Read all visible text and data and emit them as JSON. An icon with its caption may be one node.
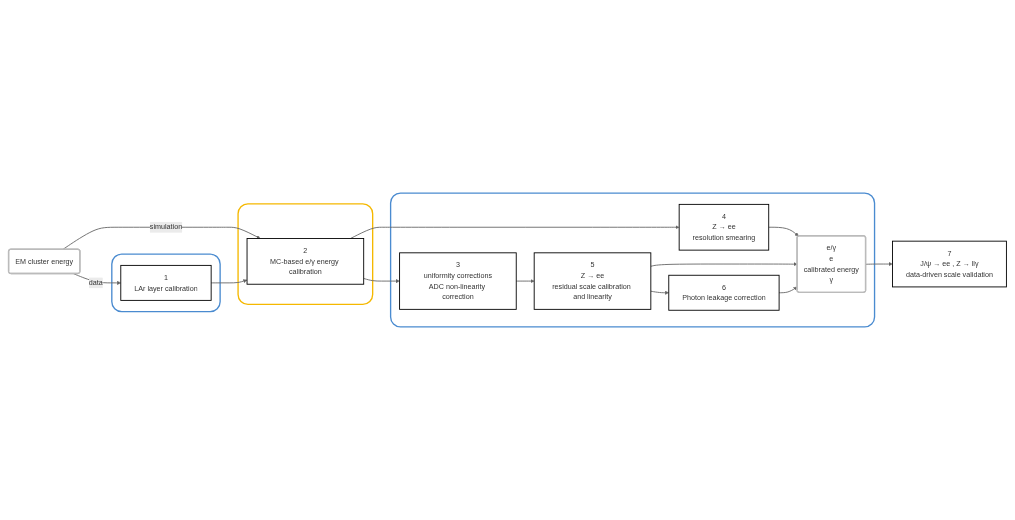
{
  "diagram": {
    "nodes": [
      {
        "text": [
          "EM cluster energy"
        ]
      },
      {
        "text": [],
        "shape": "box"
      },
      {
        "text": [
          "1",
          "LAr layer calibration"
        ],
        "in": 1
      },
      {
        "text": [],
        "shape": "box"
      },
      {
        "text": [
          "2",
          "MC-based e/γ energy calibration"
        ],
        "in": 3
      },
      {
        "text": [],
        "shape": "box"
      },
      {
        "text": [
          "3",
          "uniformity corrections",
          "ADC non-linearity correction"
        ],
        "in": 5
      },
      {
        "text": [
          "4",
          "Z → ee",
          "resolution smearing"
        ],
        "in": 5
      },
      {
        "text": [
          "5",
          "Z → ee",
          "residual scale calibration and linearity"
        ],
        "in": 5
      },
      {
        "text": [
          "6",
          "Photon leakage correction"
        ],
        "in": 5
      },
      {
        "text": [
          "e/γ",
          "e",
          "calibrated energy",
          "γ"
        ],
        "in": 5
      },
      {
        "text": [
          "7",
          "J/ψ → ee , Z → llγ",
          "data-driven scale validation"
        ]
      }
    ],
    "edges": [
      {
        "from": 0,
        "to": 4,
        "arrow": "to",
        "label": "simulation"
      },
      {
        "from": 0,
        "to": 2,
        "arrow": "to",
        "label": "data"
      },
      {
        "from": 2,
        "to": 4,
        "arrow": "to"
      },
      {
        "from": 4,
        "to": 7,
        "arrow": "to"
      },
      {
        "from": 4,
        "to": 6,
        "arrow": "to"
      },
      {
        "from": 6,
        "to": 8,
        "arrow": "to"
      },
      {
        "from": 8,
        "to": 9,
        "arrow": "to"
      },
      {
        "from": 7,
        "to": 10,
        "arrow": "to"
      },
      {
        "from": 8,
        "to": 10,
        "arrow": "to"
      },
      {
        "from": 9,
        "to": 10,
        "arrow": "to"
      },
      {
        "from": 10,
        "to": 11,
        "arrow": "to"
      }
    ]
  }
}
